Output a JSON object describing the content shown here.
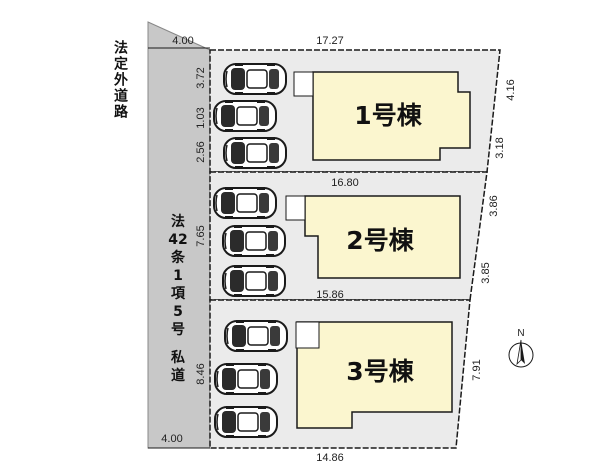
{
  "roads": {
    "public_road_label": "法定外道路",
    "private_road_label": "法42条1項5号 私道",
    "private_road_label_chars": [
      "法",
      "42",
      "条",
      "1",
      "項",
      "5",
      "号",
      "",
      "私",
      "道"
    ],
    "road_width_top": "4.00",
    "road_width_bottom": "4.00"
  },
  "lots": [
    {
      "building": "1号棟",
      "parking_spaces": 3
    },
    {
      "building": "2号棟",
      "parking_spaces": 3
    },
    {
      "building": "3号棟",
      "parking_spaces": 3
    }
  ],
  "dimensions": {
    "top_edge": "17.27",
    "lot1_left_a": "3.72",
    "lot1_left_b": "1.03",
    "lot1_left_c": "2.56",
    "lot1_right_a": "4.16",
    "lot1_right_b": "3.18",
    "lot2_top": "16.80",
    "lot2_left": "7.65",
    "lot2_right_a": "3.86",
    "lot2_right_b": "3.85",
    "lot3_top": "15.86",
    "lot3_left": "8.46",
    "lot3_right": "7.91",
    "bottom_edge": "14.86"
  },
  "north_label": "N",
  "colors": {
    "lot_fill": "#ebebeb",
    "building_fill": "#fbf6cf",
    "road_fill": "#c8c8c8",
    "boundary": "#1a1a1a",
    "car_body": "#ffffff"
  }
}
